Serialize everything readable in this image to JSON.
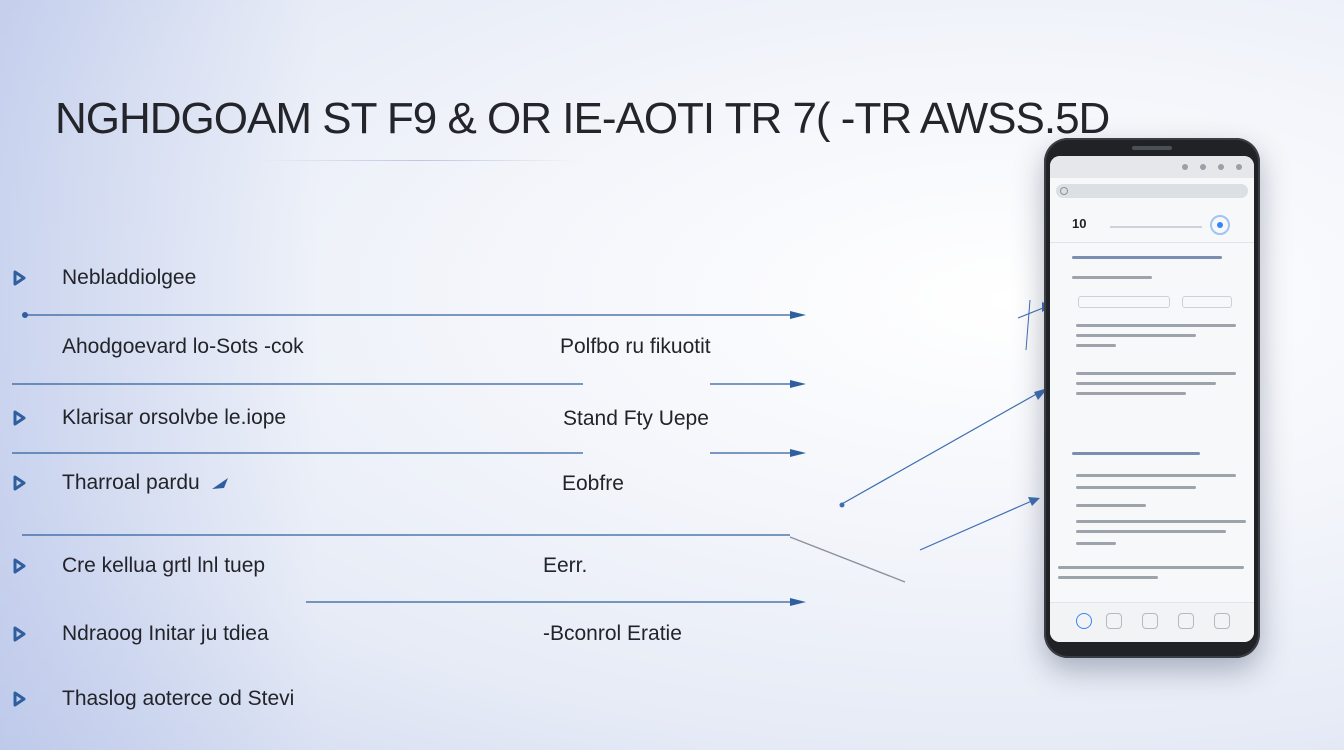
{
  "title": "NGHDGOAM ST F9 & OR IE-AOTI TR 7( -TR AWSS.5D",
  "items": [
    {
      "label": "Nebladdiolgee",
      "right": ""
    },
    {
      "label": "Ahodgoevard lo-Sots -cok",
      "right": "Polfbo ru fikuotit"
    },
    {
      "label": "Klarisar orsolvbe le.iope",
      "right": "Stand Fty Uepe"
    },
    {
      "label": "Tharroal pardu",
      "right": "Eobfre"
    },
    {
      "label": "Cre kellua grtl lnl tuep",
      "right": "Eerr."
    },
    {
      "label": "Ndraoog Initar ju tdiea",
      "right": "-Bconrol Eratie"
    },
    {
      "label": "Thaslog aoterce od Stevi",
      "right": ""
    }
  ],
  "phone": {
    "header_number": "10"
  },
  "colors": {
    "accent": "#2f5f9e",
    "phone_body": "#202226",
    "screen": "#f7f8fa"
  }
}
